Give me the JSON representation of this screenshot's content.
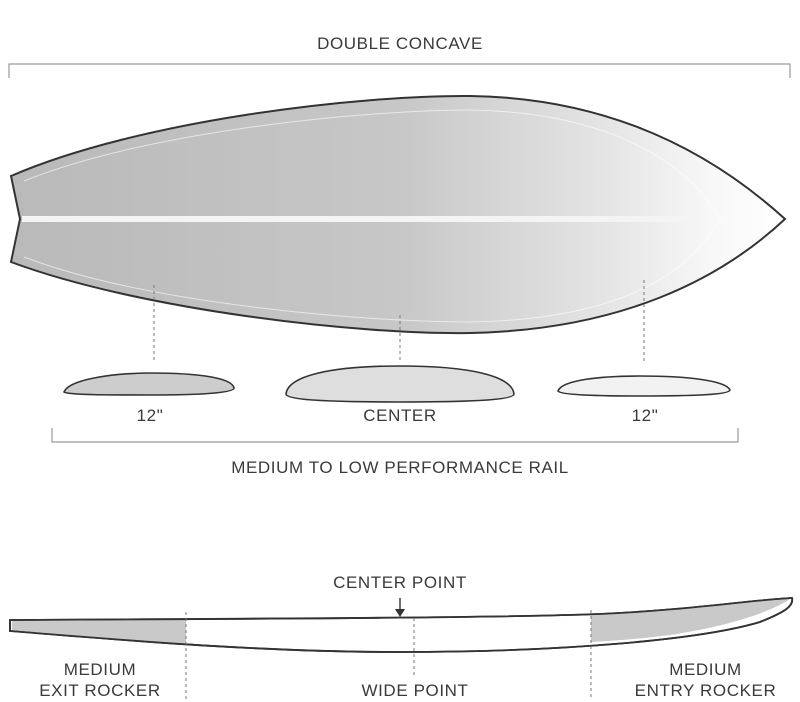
{
  "labels": {
    "top_title": "DOUBLE CONCAVE",
    "section_left": "12\"",
    "section_center": "CENTER",
    "section_right": "12\"",
    "rail_title": "MEDIUM TO LOW PERFORMANCE RAIL",
    "center_point": "CENTER POINT",
    "exit_rocker_line1": "MEDIUM",
    "exit_rocker_line2": "EXIT ROCKER",
    "wide_point": "WIDE POINT",
    "entry_rocker_line1": "MEDIUM",
    "entry_rocker_line2": "ENTRY ROCKER"
  },
  "colors": {
    "outline": "#333333",
    "guide": "#9a9a9a",
    "fill_dark": "#b8b8b8",
    "fill_light": "#f4f4f4"
  }
}
